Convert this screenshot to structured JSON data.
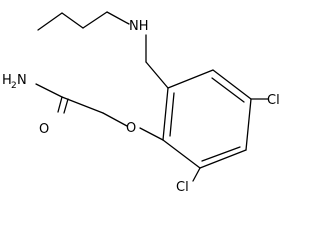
{
  "molecule": {
    "atoms": {
      "amine_n": "NH",
      "amide_h": "H",
      "amide_h_count": "2",
      "amide_n": "N",
      "carbonyl_o": "O",
      "ether_o": "O",
      "cl_para": "Cl",
      "cl_ortho": "Cl"
    }
  }
}
